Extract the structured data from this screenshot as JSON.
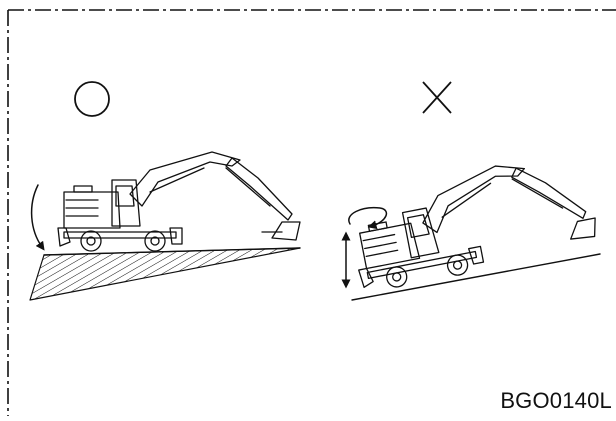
{
  "figure": {
    "code": "BGO0140L",
    "correct_symbol": "○",
    "incorrect_symbol": "×",
    "colors": {
      "line": "#111111",
      "background": "#ffffff"
    },
    "panels": [
      {
        "id": "correct",
        "meaning": "circle-mark",
        "illustration": "wheeled-excavator-on-slope-parallel"
      },
      {
        "id": "incorrect",
        "meaning": "cross-mark",
        "illustration": "wheeled-excavator-on-slope-tipping"
      }
    ]
  }
}
